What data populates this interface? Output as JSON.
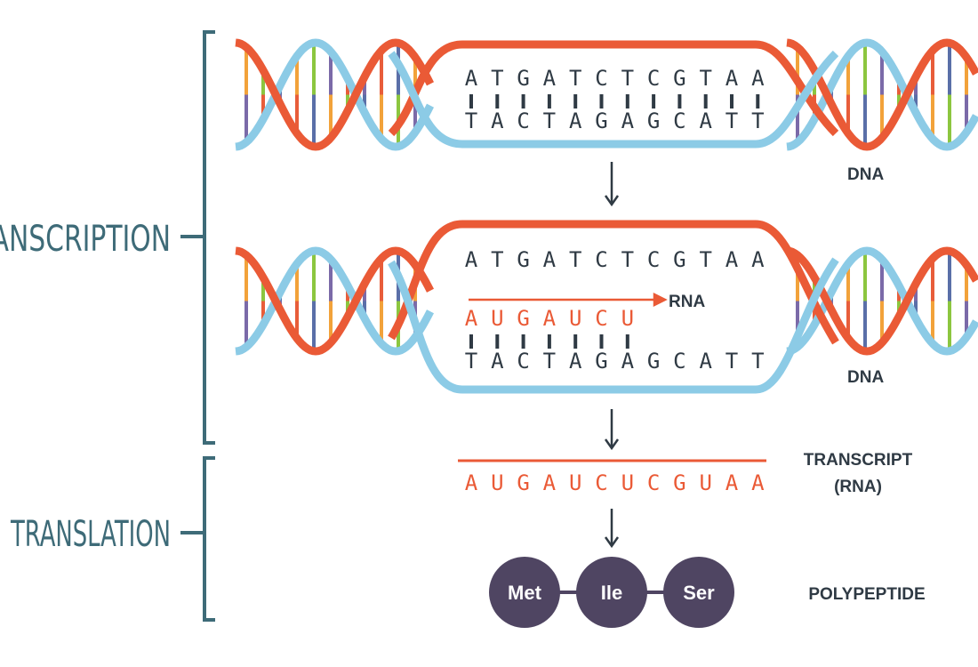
{
  "labels": {
    "transcription": "TRANSCRIPTION",
    "translation": "TRANSLATION",
    "dna_top": "DNA",
    "dna_middle": "DNA",
    "rna_arrow": "RNA",
    "transcript_line1": "TRANSCRIPT",
    "transcript_line2": "(RNA)",
    "polypeptide": "POLYPEPTIDE"
  },
  "sequences": {
    "dna_coding": [
      "A",
      "T",
      "G",
      "A",
      "T",
      "C",
      "T",
      "C",
      "G",
      "T",
      "A",
      "A"
    ],
    "dna_template": [
      "T",
      "A",
      "C",
      "T",
      "A",
      "G",
      "A",
      "G",
      "C",
      "A",
      "T",
      "T"
    ],
    "rna_partial": [
      "A",
      "U",
      "G",
      "A",
      "U",
      "C",
      "U"
    ],
    "rna_transcript": [
      "A",
      "U",
      "G",
      "A",
      "U",
      "C",
      "U",
      "C",
      "G",
      "U",
      "A",
      "A"
    ]
  },
  "amino_acids": [
    "Met",
    "Ile",
    "Ser"
  ],
  "colors": {
    "red_strand": "#ea5a36",
    "blue_strand": "#8ccbe6",
    "dark_text": "#2f3a44",
    "bracket": "#3e6b78",
    "amino_acid": "#4f4562",
    "rung_colors": [
      "#f2a23a",
      "#8cc63f",
      "#7b6aa8",
      "#e85d3a",
      "#5a6fa8"
    ]
  }
}
